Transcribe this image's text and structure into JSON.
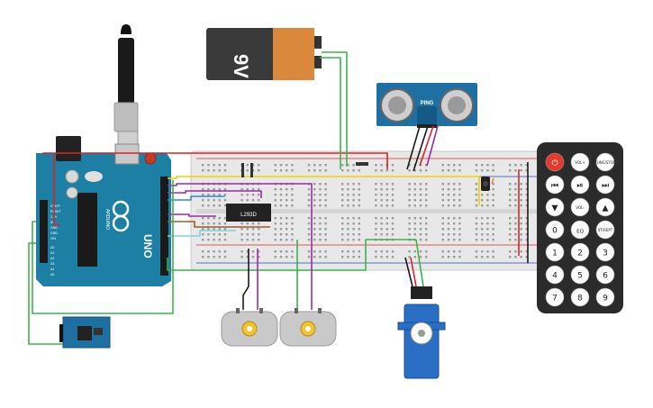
{
  "battery": {
    "label": "9V",
    "body_color": "#3a3a3a",
    "cap_color": "#d9883c"
  },
  "arduino": {
    "board_label": "UNO",
    "brand_label": "ARDUINO",
    "power_header_labels": [
      "IOREF",
      "RESET",
      "3.3V",
      "5V",
      "GND",
      "GND",
      "VIN"
    ],
    "analog_header_labels": [
      "A0",
      "A1",
      "A2",
      "A3",
      "A4",
      "A5"
    ],
    "board_color": "#1d7fa3"
  },
  "ultrasonic": {
    "label": "PING",
    "board_color": "#1f6fa2"
  },
  "motor_driver": {
    "label": "L293D"
  },
  "remote": {
    "body_color": "#2b2b2b",
    "buttons": [
      [
        "⏻",
        "VOL+",
        "FUNC/STOP"
      ],
      [
        "⏮",
        "⏯",
        "⏭"
      ],
      [
        "▼",
        "VOL-",
        "▲"
      ],
      [
        "0",
        "EQ",
        "ST/REPT"
      ],
      [
        "1",
        "2",
        "3"
      ],
      [
        "4",
        "5",
        "6"
      ],
      [
        "7",
        "8",
        "9"
      ]
    ]
  },
  "wire_colors": {
    "red": "#d8242b",
    "black": "#1a1a1a",
    "green": "#3bb34a",
    "yellow": "#f2d000",
    "purple": "#9c2aa8",
    "blue": "#2f8ad6",
    "cyan": "#7ed3df",
    "brown": "#9b5a2c",
    "orange": "#f08a24"
  }
}
